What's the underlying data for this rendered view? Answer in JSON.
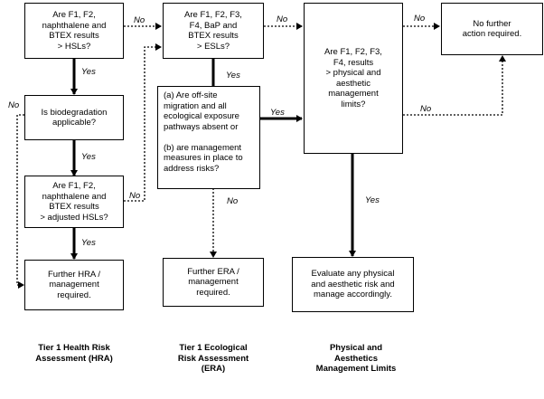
{
  "boxes": {
    "hra_q1": "Are F1, F2,\nnaphthalene and\nBTEX results\n> HSLs?",
    "hra_q2": "Is biodegradation\napplicable?",
    "hra_q3": "Are F1, F2,\nnaphthalene and\nBTEX results\n> adjusted HSLs?",
    "hra_end": "Further HRA /\nmanagement\nrequired.",
    "era_q1": "Are F1, F2, F3,\nF4, BaP and\nBTEX results\n> ESLs?",
    "era_q2": "(a) Are off-site\nmigration and all\necological exposure\npathways absent or\n\n(b) are management\nmeasures in place to\naddress risks?",
    "era_end": "Further ERA /\nmanagement\nrequired.",
    "phys_q": "Are F1, F2, F3,\nF4, results\n> physical and\naesthetic\nmanagement\nlimits?",
    "phys_end": "Evaluate any physical\nand aesthetic risk and\nmanage accordingly.",
    "no_action": "No further\naction required."
  },
  "labels": {
    "no": "No",
    "yes": "Yes"
  },
  "columns": {
    "hra": "Tier 1 Health Risk\nAssessment (HRA)",
    "era": "Tier 1 Ecological\nRisk Assessment\n(ERA)",
    "phys": "Physical and\nAesthetics\nManagement Limits"
  }
}
